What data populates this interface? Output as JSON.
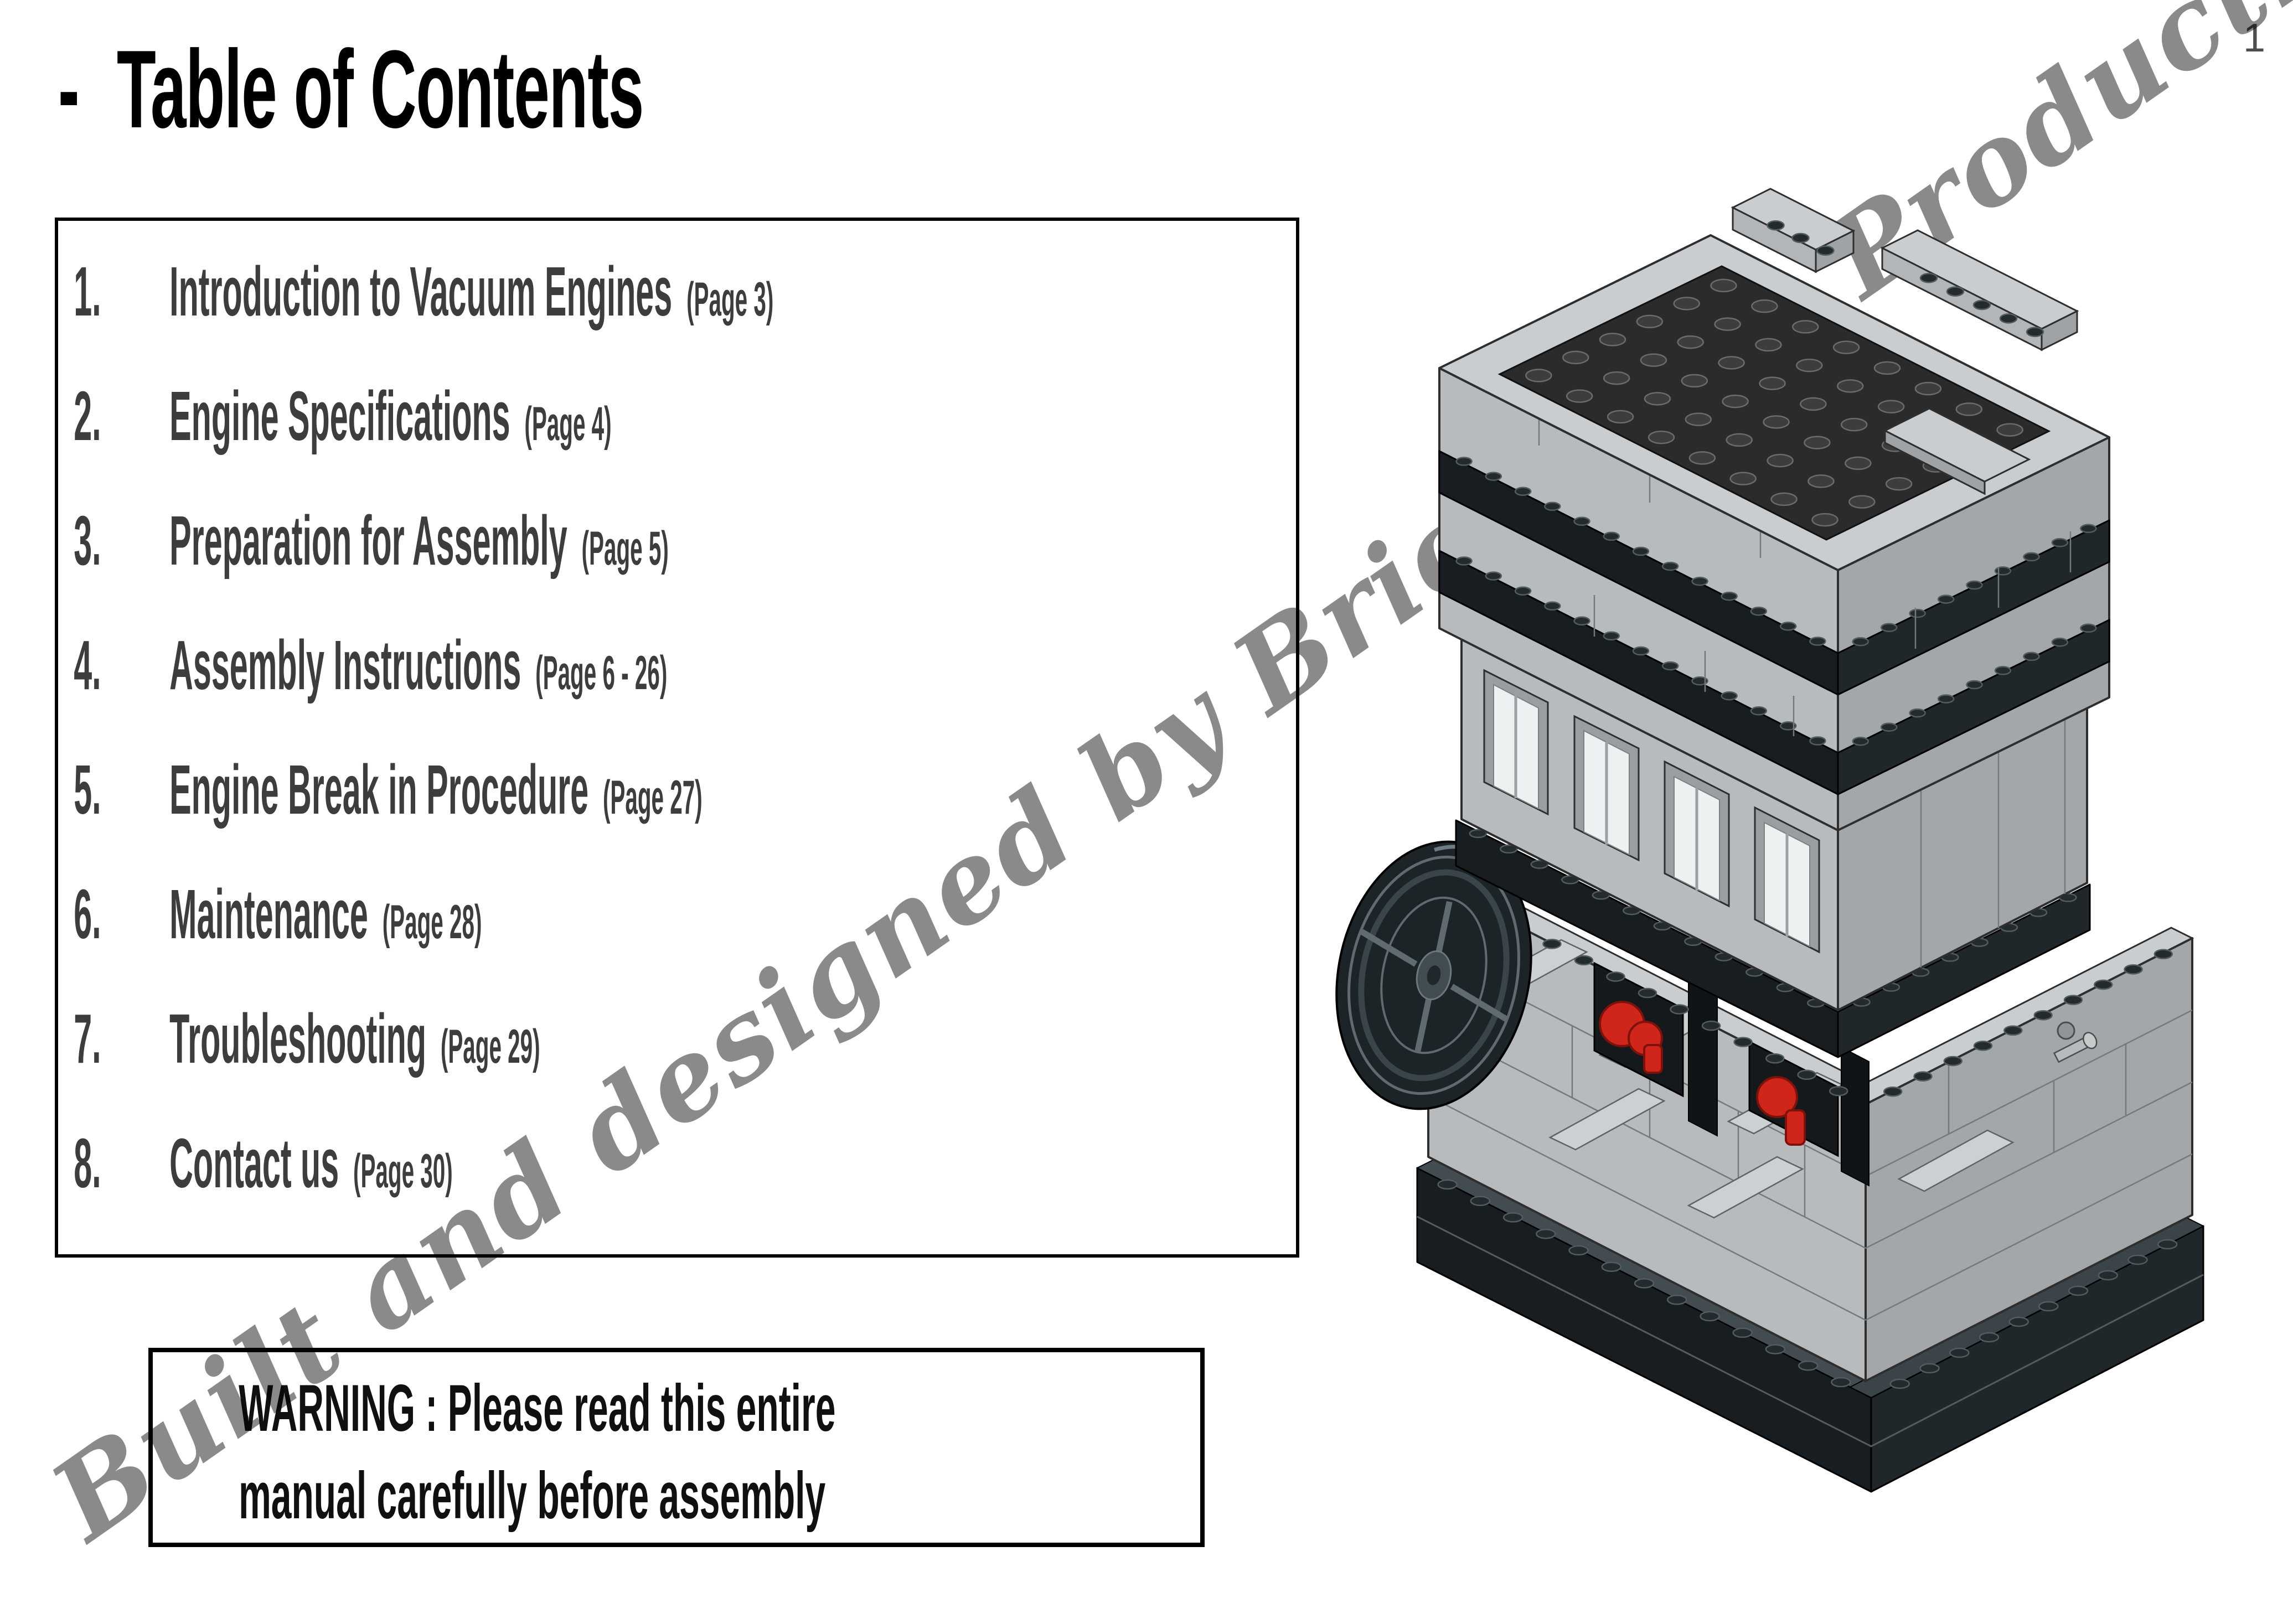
{
  "page": {
    "number": "1"
  },
  "title": {
    "bullet": "-",
    "text": "Table of Contents"
  },
  "toc": {
    "items": [
      {
        "num": "1.",
        "label": "Introduction to Vacuum Engines",
        "page_ref": "(Page 3)"
      },
      {
        "num": "2.",
        "label": "Engine Specifications",
        "page_ref": "(Page 4)"
      },
      {
        "num": "3.",
        "label": "Preparation for Assembly",
        "page_ref": "(Page 5)"
      },
      {
        "num": "4.",
        "label": "Assembly Instructions",
        "page_ref": "(Page 6 - 26)"
      },
      {
        "num": "5.",
        "label": "Engine Break in Procedure",
        "page_ref": "(Page 27)"
      },
      {
        "num": "6.",
        "label": "Maintenance",
        "page_ref": "(Page 28)"
      },
      {
        "num": "7.",
        "label": "Troubleshooting",
        "page_ref": "(Page 29)"
      },
      {
        "num": "8.",
        "label": "Contact us",
        "page_ref": "(Page 30)"
      }
    ]
  },
  "warning": {
    "line1": "WARNING : Please read this entire",
    "line2": "manual carefully before assembly"
  },
  "watermark": {
    "text": "Built and designed by Brick'd Up Productions"
  },
  "illustration": {
    "description": "LEGO vacuum engine model render"
  },
  "colors": {
    "page_bg": "#ffffff",
    "text_dark": "#3d3d3d",
    "title_black": "#000000",
    "page_number_gray": "#4d4d4d",
    "watermark_gray": "#8a8a8a",
    "brick_light": "#b7bbbd",
    "brick_lighter": "#cacdcf",
    "brick_shade": "#a3a7a9",
    "plate_black": "#171d20",
    "accent_red": "#d0251a",
    "pane_white": "#eef1f2"
  }
}
